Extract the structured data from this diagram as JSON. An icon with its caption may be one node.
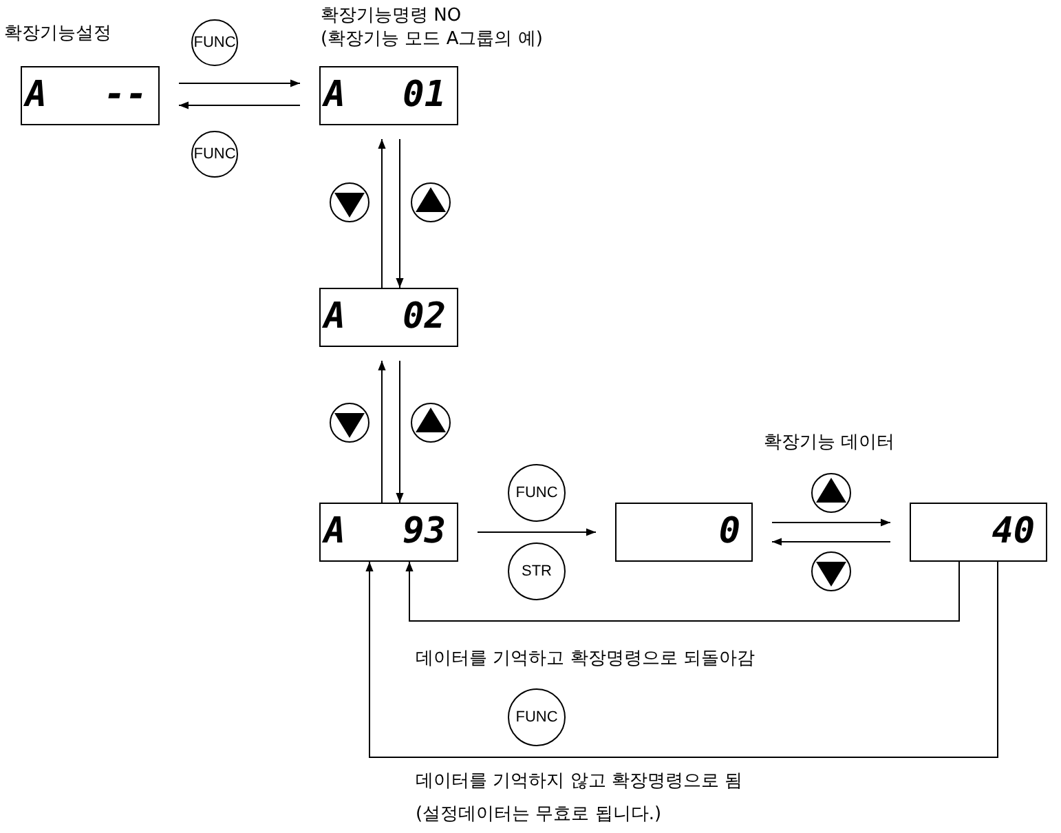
{
  "diagram": {
    "nodes": [
      {
        "text": [
          "A --"
        ],
        "beside": [
          "확장기능설정"
        ]
      },
      {
        "text": [
          "A 01"
        ],
        "beside": [
          "확장기능명령 NO",
          "(확장기능 모드 A그룹의 예)"
        ]
      },
      {
        "text": [
          "A 02"
        ]
      },
      {
        "text": [
          "A 93"
        ]
      },
      {
        "text": [
          "0"
        ]
      },
      {
        "text": [
          "40"
        ]
      }
    ],
    "edges": [
      {
        "from": 0,
        "to": 1,
        "arrow": "to"
      },
      {
        "from": 1,
        "to": 0,
        "arrow": "to"
      },
      {
        "from": 2,
        "to": 1,
        "arrow": "to"
      },
      {
        "from": 1,
        "to": 2,
        "arrow": "to"
      },
      {
        "from": 3,
        "to": 2,
        "arrow": "to"
      },
      {
        "from": 2,
        "to": 3,
        "arrow": "to"
      },
      {
        "from": 3,
        "to": 4,
        "arrow": "to"
      },
      {
        "from": 4,
        "to": 5,
        "arrow": "to"
      },
      {
        "from": 5,
        "to": 4,
        "arrow": "to"
      },
      {
        "from": 5,
        "to": 3,
        "arrow": "to",
        "label": "데이터를 기억하고 확장명령으로 되돌아감"
      },
      {
        "from": 5,
        "to": 3,
        "arrow": "to",
        "label": "데이터를 기억하지 않고 확장명령으로 됨 (설정데이터는 무효로 됩니다.)"
      }
    ],
    "labels": [
      "FUNC",
      "FUNC",
      "FUNC",
      "STR",
      "FUNC",
      "확장기능 데이터"
    ]
  }
}
